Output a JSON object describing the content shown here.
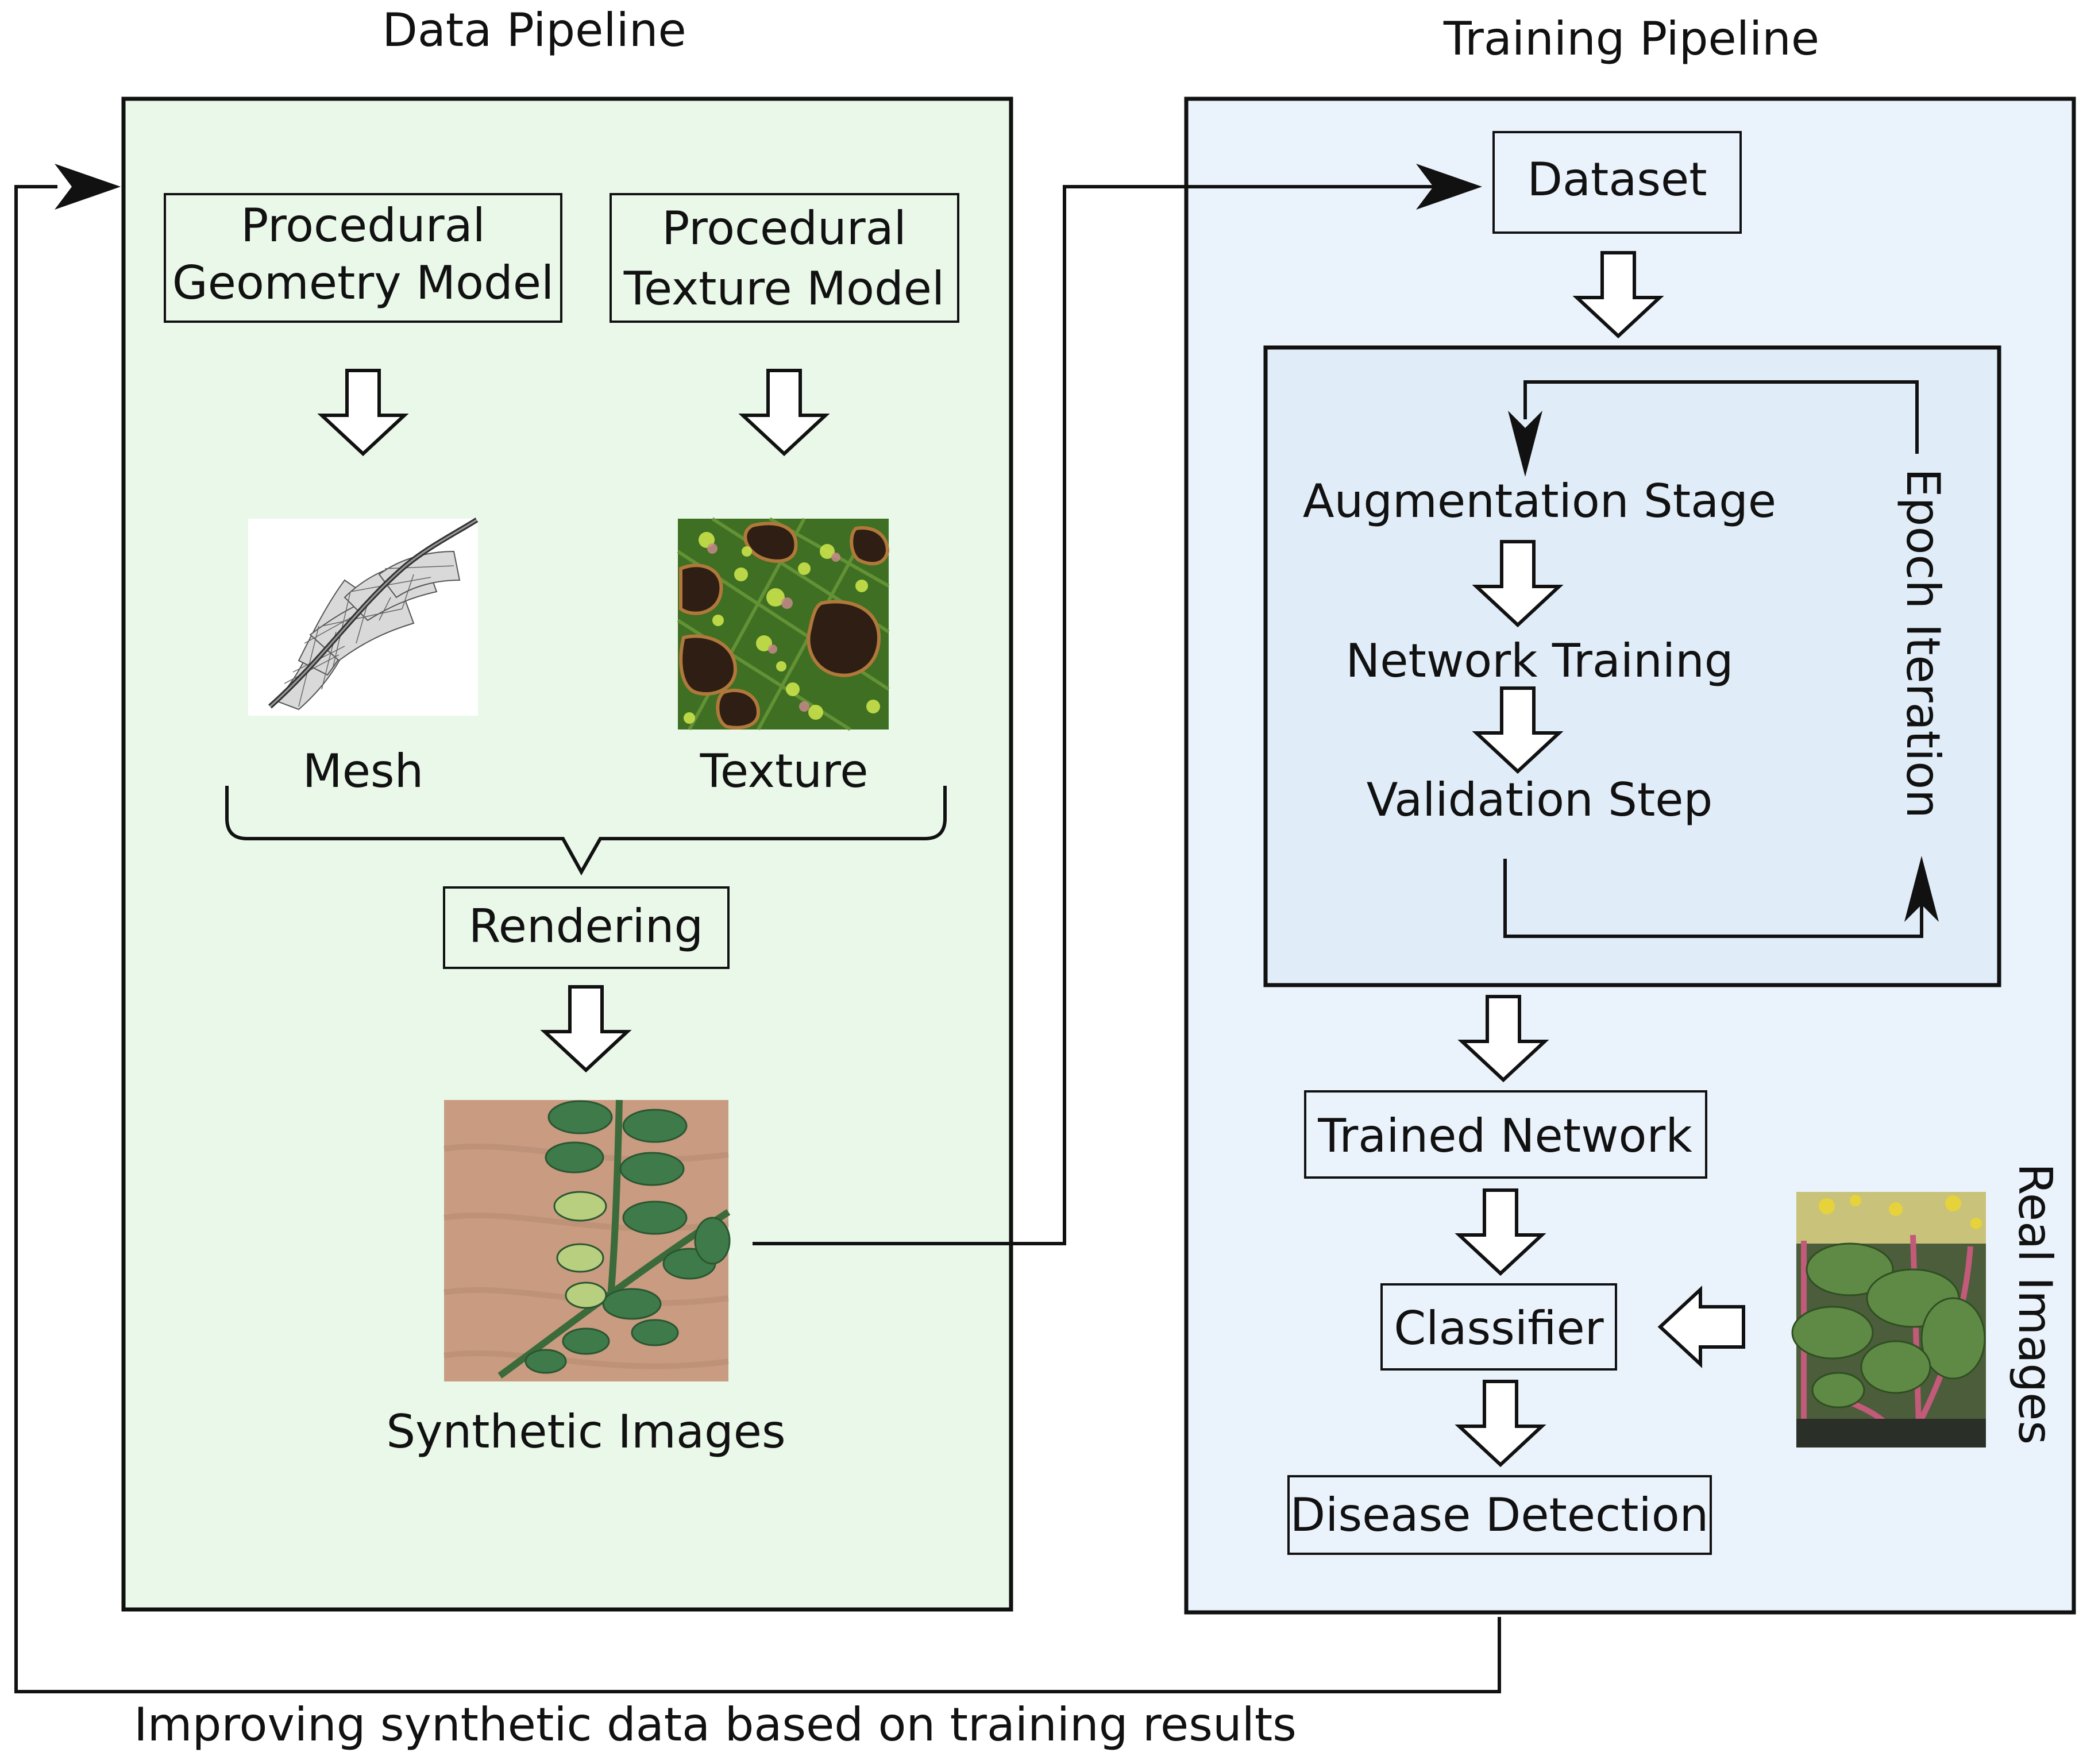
{
  "titles": {
    "data_pipeline": "Data Pipeline",
    "training_pipeline": "Training Pipeline"
  },
  "data_pipeline": {
    "geometry_model": [
      "Procedural",
      "Geometry Model"
    ],
    "texture_model": [
      "Procedural",
      "Texture Model"
    ],
    "mesh_label": "Mesh",
    "texture_label": "Texture",
    "rendering": "Rendering",
    "synthetic_images": "Synthetic Images"
  },
  "training_pipeline": {
    "dataset": "Dataset",
    "augmentation": "Augmentation Stage",
    "network_training": "Network Training",
    "validation": "Validation Step",
    "epoch_iteration": "Epoch Iteration",
    "trained_network": "Trained Network",
    "classifier": "Classifier",
    "real_images": "Real Images",
    "disease_detection": "Disease Detection"
  },
  "feedback_label": "Improving synthetic data based on training results",
  "colors": {
    "data_panel": "#e9f8e9",
    "training_panel": "#eaf2fb",
    "epoch_panel": "#e0ecf7",
    "box_fill": "#e9f8e9",
    "training_box_fill": "#eaf2fb",
    "stroke": "#111111"
  }
}
